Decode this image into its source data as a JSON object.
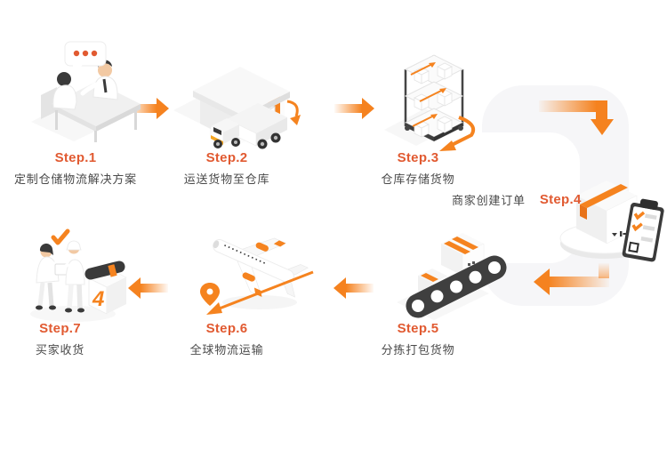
{
  "page": {
    "background": "#ffffff",
    "language": "zh-CN",
    "description": "Seven-step warehousing and logistics process flow diagram"
  },
  "colors": {
    "accent_orange": "#F5821F",
    "step_title_orange": "#E15A31",
    "description_gray": "#4A4A4A",
    "path_band_gray": "#F6F6F8",
    "illustration_dark": "#3A3A3A"
  },
  "steps": [
    {
      "title": "Step.1",
      "description": "定制仓储物流解决方案",
      "icon": "consultation-illustration"
    },
    {
      "title": "Step.2",
      "description": "运送货物至仓库",
      "icon": "warehouse-truck-illustration"
    },
    {
      "title": "Step.3",
      "description": "仓库存储货物",
      "icon": "storage-rack-illustration"
    },
    {
      "title": "Step.4",
      "description": "商家创建订单",
      "icon": "order-box-clipboard-illustration"
    },
    {
      "title": "Step.5",
      "description": "分拣打包货物",
      "icon": "conveyor-sorting-illustration"
    },
    {
      "title": "Step.6",
      "description": "全球物流运输",
      "icon": "cargo-plane-illustration"
    },
    {
      "title": "Step.7",
      "description": "买家收货",
      "icon": "buyer-receive-illustration"
    }
  ],
  "flow": {
    "sequence": [
      "Step.1",
      "Step.2",
      "Step.3",
      "Step.4",
      "Step.5",
      "Step.6",
      "Step.7"
    ],
    "arrows": [
      {
        "from": "Step.1",
        "to": "Step.2",
        "direction": "right"
      },
      {
        "from": "Step.2",
        "to": "Step.3",
        "direction": "right"
      },
      {
        "from": "Step.3",
        "to": "Step.4",
        "direction": "right-then-down"
      },
      {
        "from": "Step.4",
        "to": "Step.5",
        "direction": "down-then-left"
      },
      {
        "from": "Step.5",
        "to": "Step.6",
        "direction": "left"
      },
      {
        "from": "Step.6",
        "to": "Step.7",
        "direction": "left"
      }
    ]
  }
}
